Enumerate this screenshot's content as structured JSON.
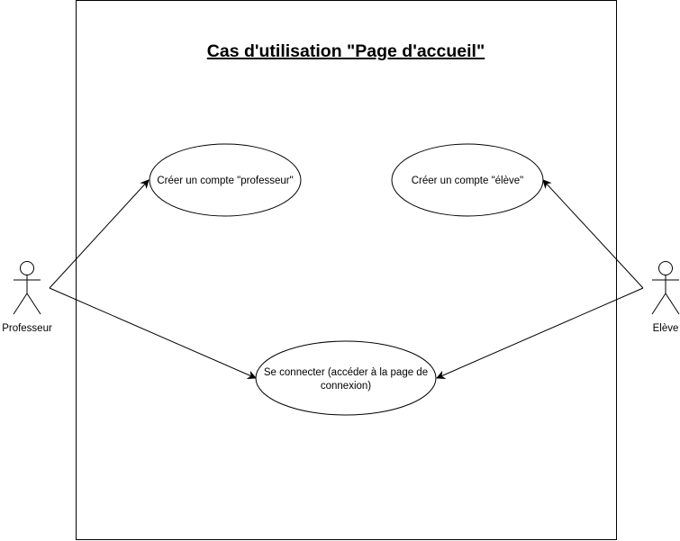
{
  "title": "Cas d'utilisation \"Page d'accueil\"",
  "actors": {
    "professeur": "Professeur",
    "eleve": "Elève"
  },
  "use_cases": {
    "creer_professeur": "Créer un compte \"professeur\"",
    "creer_eleve": "Créer un compte \"élève\"",
    "se_connecter_line1": "Se connecter (accéder à la page de",
    "se_connecter_line2": "connexion)"
  }
}
